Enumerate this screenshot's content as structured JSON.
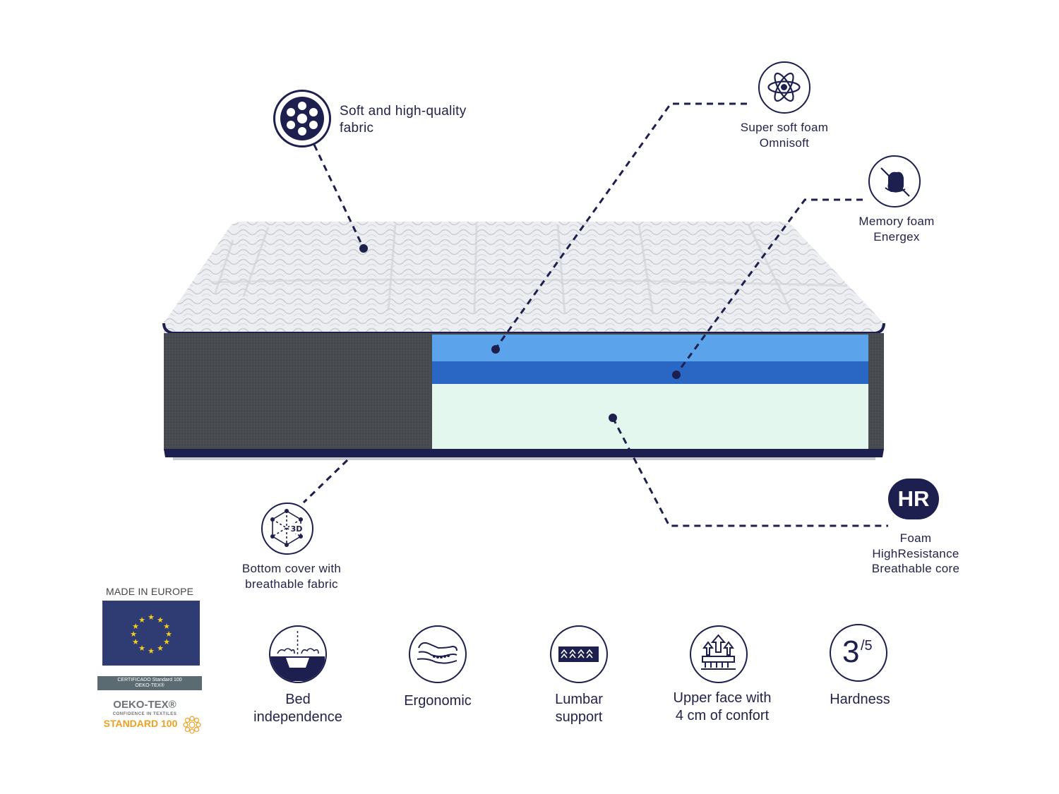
{
  "colors": {
    "navy": "#1d1f4e",
    "mattress_top": "#e8e9ec",
    "mattress_side": "#474a4f",
    "foam_light_blue": "#5ba3ea",
    "foam_dark_blue": "#2a67c4",
    "foam_mint": "#e3f7ef",
    "eu_blue": "#2f3b73",
    "eu_star": "#f3cf1a",
    "oekotex_green": "#5b6b72",
    "oekotex_orange": "#f0a020"
  },
  "callouts": {
    "fabric": {
      "icon": "fabric-dots-icon",
      "line1": "Soft and high-quality",
      "line2": "fabric"
    },
    "superfoam": {
      "icon": "atom-icon",
      "line1": "Super soft foam",
      "line2": "Omnisoft"
    },
    "memory": {
      "icon": "hand-press-icon",
      "line1": "Memory foam",
      "line2": "Energex"
    },
    "bottom": {
      "icon": "3d-cube-icon",
      "line1": "Bottom cover with",
      "line2": "breathable fabric",
      "badge": "3D"
    },
    "hr": {
      "badge": "HR",
      "line1": "Foam",
      "line2": "HighResistance",
      "line3": "Breathable core"
    }
  },
  "certifications": {
    "made_in": "MADE IN EUROPE",
    "certificado_line1": "CERTIFICADO Standard 100",
    "certificado_line2": "OEKO-TEX®",
    "oeko_title": "OEKO-TEX®",
    "oeko_sub": "CONFIDENCE IN TEXTILES",
    "oeko_standard": "STANDARD 100"
  },
  "features": [
    {
      "icon": "bed-independence-icon",
      "line1": "Bed",
      "line2": "independence"
    },
    {
      "icon": "ergonomic-icon",
      "line1": "Ergonomic",
      "line2": ""
    },
    {
      "icon": "lumbar-support-icon",
      "line1": "Lumbar",
      "line2": "support"
    },
    {
      "icon": "upper-face-icon",
      "line1": "Upper face with",
      "line2": "4 cm of confort"
    },
    {
      "icon": "hardness-icon",
      "line1": "Hardness",
      "line2": "",
      "hardness_value": "3",
      "hardness_max": "/5"
    }
  ]
}
